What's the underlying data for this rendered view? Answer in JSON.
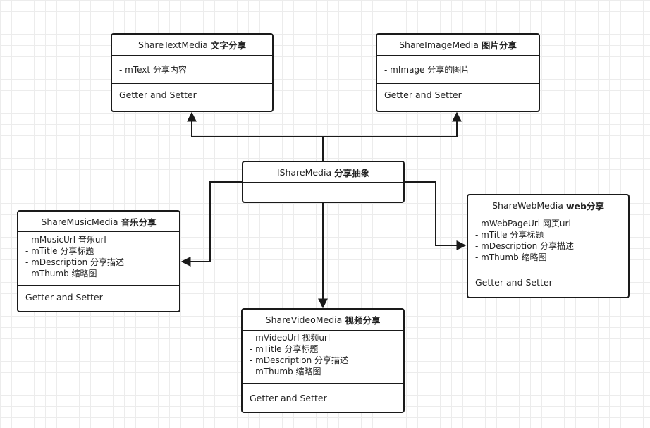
{
  "classes": {
    "text": {
      "name": "ShareTextMedia",
      "name_zh": "文字分享",
      "attrs": [
        "- mText 分享内容"
      ],
      "methods": "Getter and Setter"
    },
    "image": {
      "name": "ShareImageMedia",
      "name_zh": "图片分享",
      "attrs": [
        "- mImage 分享的图片"
      ],
      "methods": "Getter and Setter"
    },
    "base": {
      "name": "IShareMedia",
      "name_zh": "分享抽象"
    },
    "music": {
      "name": "ShareMusicMedia",
      "name_zh": "音乐分享",
      "attrs": [
        "- mMusicUrl 音乐url",
        "- mTitle 分享标题",
        "- mDescription 分享描述",
        "- mThumb 缩略图"
      ],
      "methods": "Getter and Setter"
    },
    "web": {
      "name": "ShareWebMedia",
      "name_zh": "web分享",
      "attrs": [
        "- mWebPageUrl 网页url",
        "- mTitle 分享标题",
        "- mDescription 分享描述",
        "- mThumb 缩略图"
      ],
      "methods": "Getter and Setter"
    },
    "video": {
      "name": "ShareVideoMedia",
      "name_zh": "视频分享",
      "attrs": [
        "- mVideoUrl 视频url",
        "- mTitle 分享标题",
        "- mDescription 分享描述",
        "- mThumb 缩略图"
      ],
      "methods": "Getter and Setter"
    }
  },
  "colors": {
    "line": "#1a1a1a",
    "grid": "#ececec",
    "box_fill": "#ffffff"
  }
}
